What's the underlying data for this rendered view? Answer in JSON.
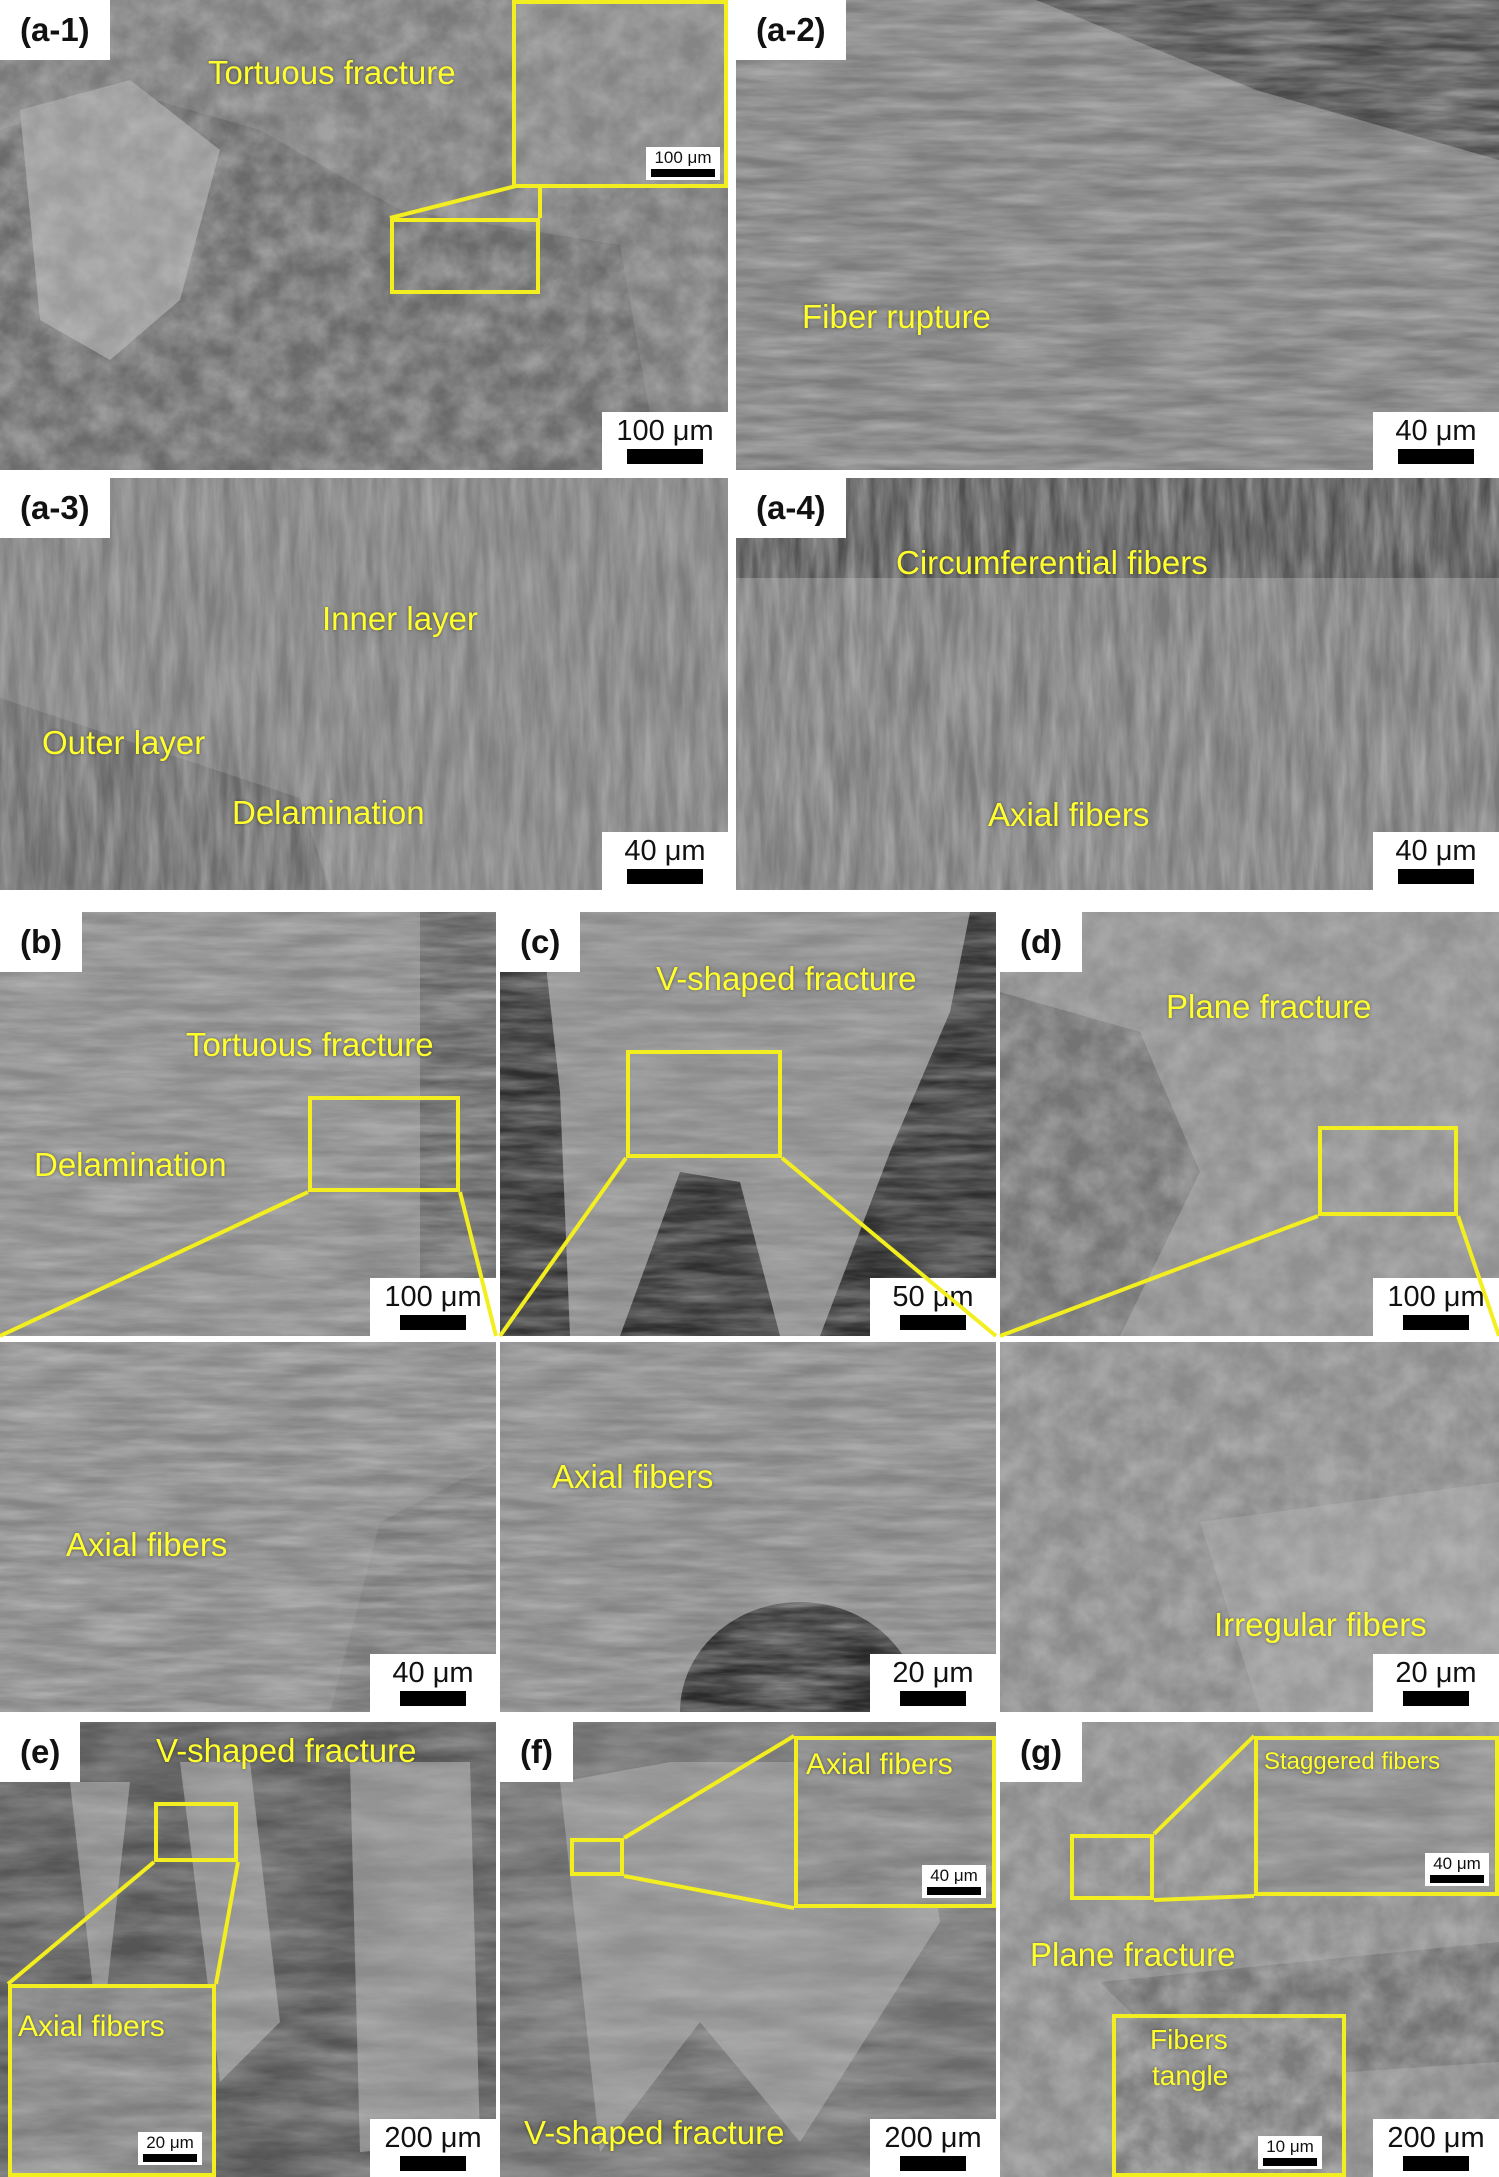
{
  "colors": {
    "annotation": "#ffff2e",
    "frame": "#f2ee1f",
    "sem_base": "#8c8c8c"
  },
  "panels": {
    "a1": {
      "label": "(a-1)",
      "note": "Tortuous fracture",
      "scale": "100 μm",
      "inset_scale": "100 μm"
    },
    "a2": {
      "label": "(a-2)",
      "note": "Fiber rupture",
      "scale": "40 μm"
    },
    "a3": {
      "label": "(a-3)",
      "note_inner": "Inner layer",
      "note_outer": "Outer layer",
      "note_delam": "Delamination",
      "scale": "40 μm"
    },
    "a4": {
      "label": "(a-4)",
      "note_circ": "Circumferential fibers",
      "note_axial": "Axial fibers",
      "scale": "40 μm"
    },
    "b": {
      "label": "(b)",
      "note_tortuous": "Tortuous fracture",
      "note_delam": "Delamination",
      "scale": "100 μm",
      "zoom_note": "Axial fibers",
      "zoom_scale": "40 μm"
    },
    "c": {
      "label": "(c)",
      "note": "V-shaped fracture",
      "scale": "50 μm",
      "zoom_note": "Axial fibers",
      "zoom_scale": "20 μm"
    },
    "d": {
      "label": "(d)",
      "note": "Plane fracture",
      "scale": "100 μm",
      "zoom_note": "Irregular fibers",
      "zoom_scale": "20 μm"
    },
    "e": {
      "label": "(e)",
      "note": "V-shaped fracture",
      "inset_note": "Axial fibers",
      "inset_scale": "20 μm",
      "scale": "200 μm"
    },
    "f": {
      "label": "(f)",
      "inset_note": "Axial fibers",
      "inset_scale": "40 μm",
      "note": "V-shaped fracture",
      "scale": "200 μm"
    },
    "g": {
      "label": "(g)",
      "inset_note": "Staggered fibers",
      "inset_scale": "40 μm",
      "note": "Plane fracture",
      "inset2_note_1": "Fibers",
      "inset2_note_2": "tangle",
      "inset2_scale": "10 μm",
      "scale": "200 μm"
    }
  }
}
